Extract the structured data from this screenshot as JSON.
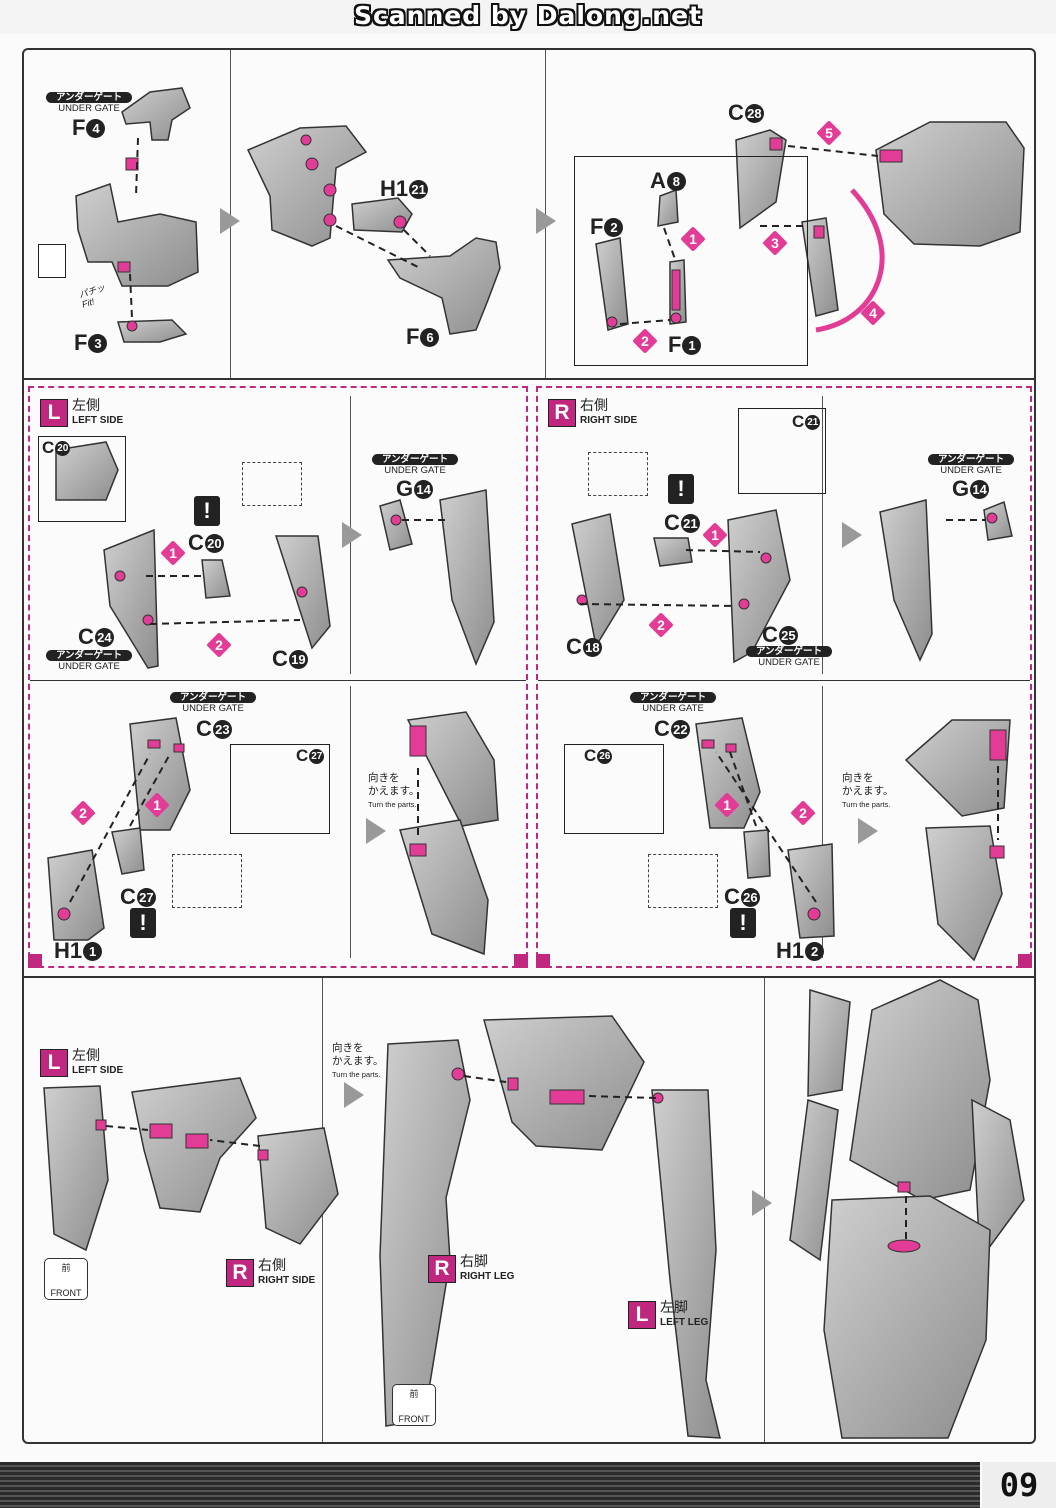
{
  "header": {
    "scanned_text": "Scanned by Dalong.net"
  },
  "page": {
    "number": "09"
  },
  "common": {
    "under_gate_jp": "アンダーゲート",
    "under_gate_en": "UNDER GATE",
    "turn_jp_1": "向きを",
    "turn_jp_2": "かえます。",
    "turn_en": "Turn the parts.",
    "front_jp": "前",
    "front_en": "FRONT",
    "fit_jp": "パチッ",
    "fit_en": "Fit!",
    "exclaim": "!"
  },
  "sides": {
    "left": {
      "letter": "L",
      "jp": "左側",
      "en": "LEFT SIDE"
    },
    "right": {
      "letter": "R",
      "jp": "右側",
      "en": "RIGHT SIDE"
    },
    "right_leg": {
      "letter": "R",
      "jp": "右脚",
      "en": "RIGHT LEG"
    },
    "left_leg": {
      "letter": "L",
      "jp": "左脚",
      "en": "LEFT LEG"
    }
  },
  "row1": {
    "labels": [
      {
        "p": "F",
        "n": "4"
      },
      {
        "p": "F",
        "n": "3"
      },
      {
        "p": "H1",
        "n": "21"
      },
      {
        "p": "F",
        "n": "6"
      },
      {
        "p": "C",
        "n": "28"
      },
      {
        "p": "A",
        "n": "8"
      },
      {
        "p": "F",
        "n": "2"
      },
      {
        "p": "F",
        "n": "1"
      }
    ],
    "steps": [
      "1",
      "2",
      "3",
      "4",
      "5"
    ]
  },
  "row2": {
    "left_labels": [
      {
        "p": "C",
        "n": "20"
      },
      {
        "p": "C",
        "n": "20"
      },
      {
        "p": "C",
        "n": "24"
      },
      {
        "p": "C",
        "n": "19"
      },
      {
        "p": "G",
        "n": "14"
      }
    ],
    "right_labels": [
      {
        "p": "C",
        "n": "21"
      },
      {
        "p": "C",
        "n": "21"
      },
      {
        "p": "C",
        "n": "18"
      },
      {
        "p": "C",
        "n": "25"
      },
      {
        "p": "G",
        "n": "14"
      }
    ],
    "steps": [
      "1",
      "2"
    ]
  },
  "row3": {
    "left_labels": [
      {
        "p": "C",
        "n": "23"
      },
      {
        "p": "C",
        "n": "27"
      },
      {
        "p": "C",
        "n": "27"
      },
      {
        "p": "H1",
        "n": "1"
      }
    ],
    "right_labels": [
      {
        "p": "C",
        "n": "22"
      },
      {
        "p": "C",
        "n": "26"
      },
      {
        "p": "C",
        "n": "26"
      },
      {
        "p": "H1",
        "n": "2"
      }
    ],
    "steps": [
      "1",
      "2"
    ]
  }
}
